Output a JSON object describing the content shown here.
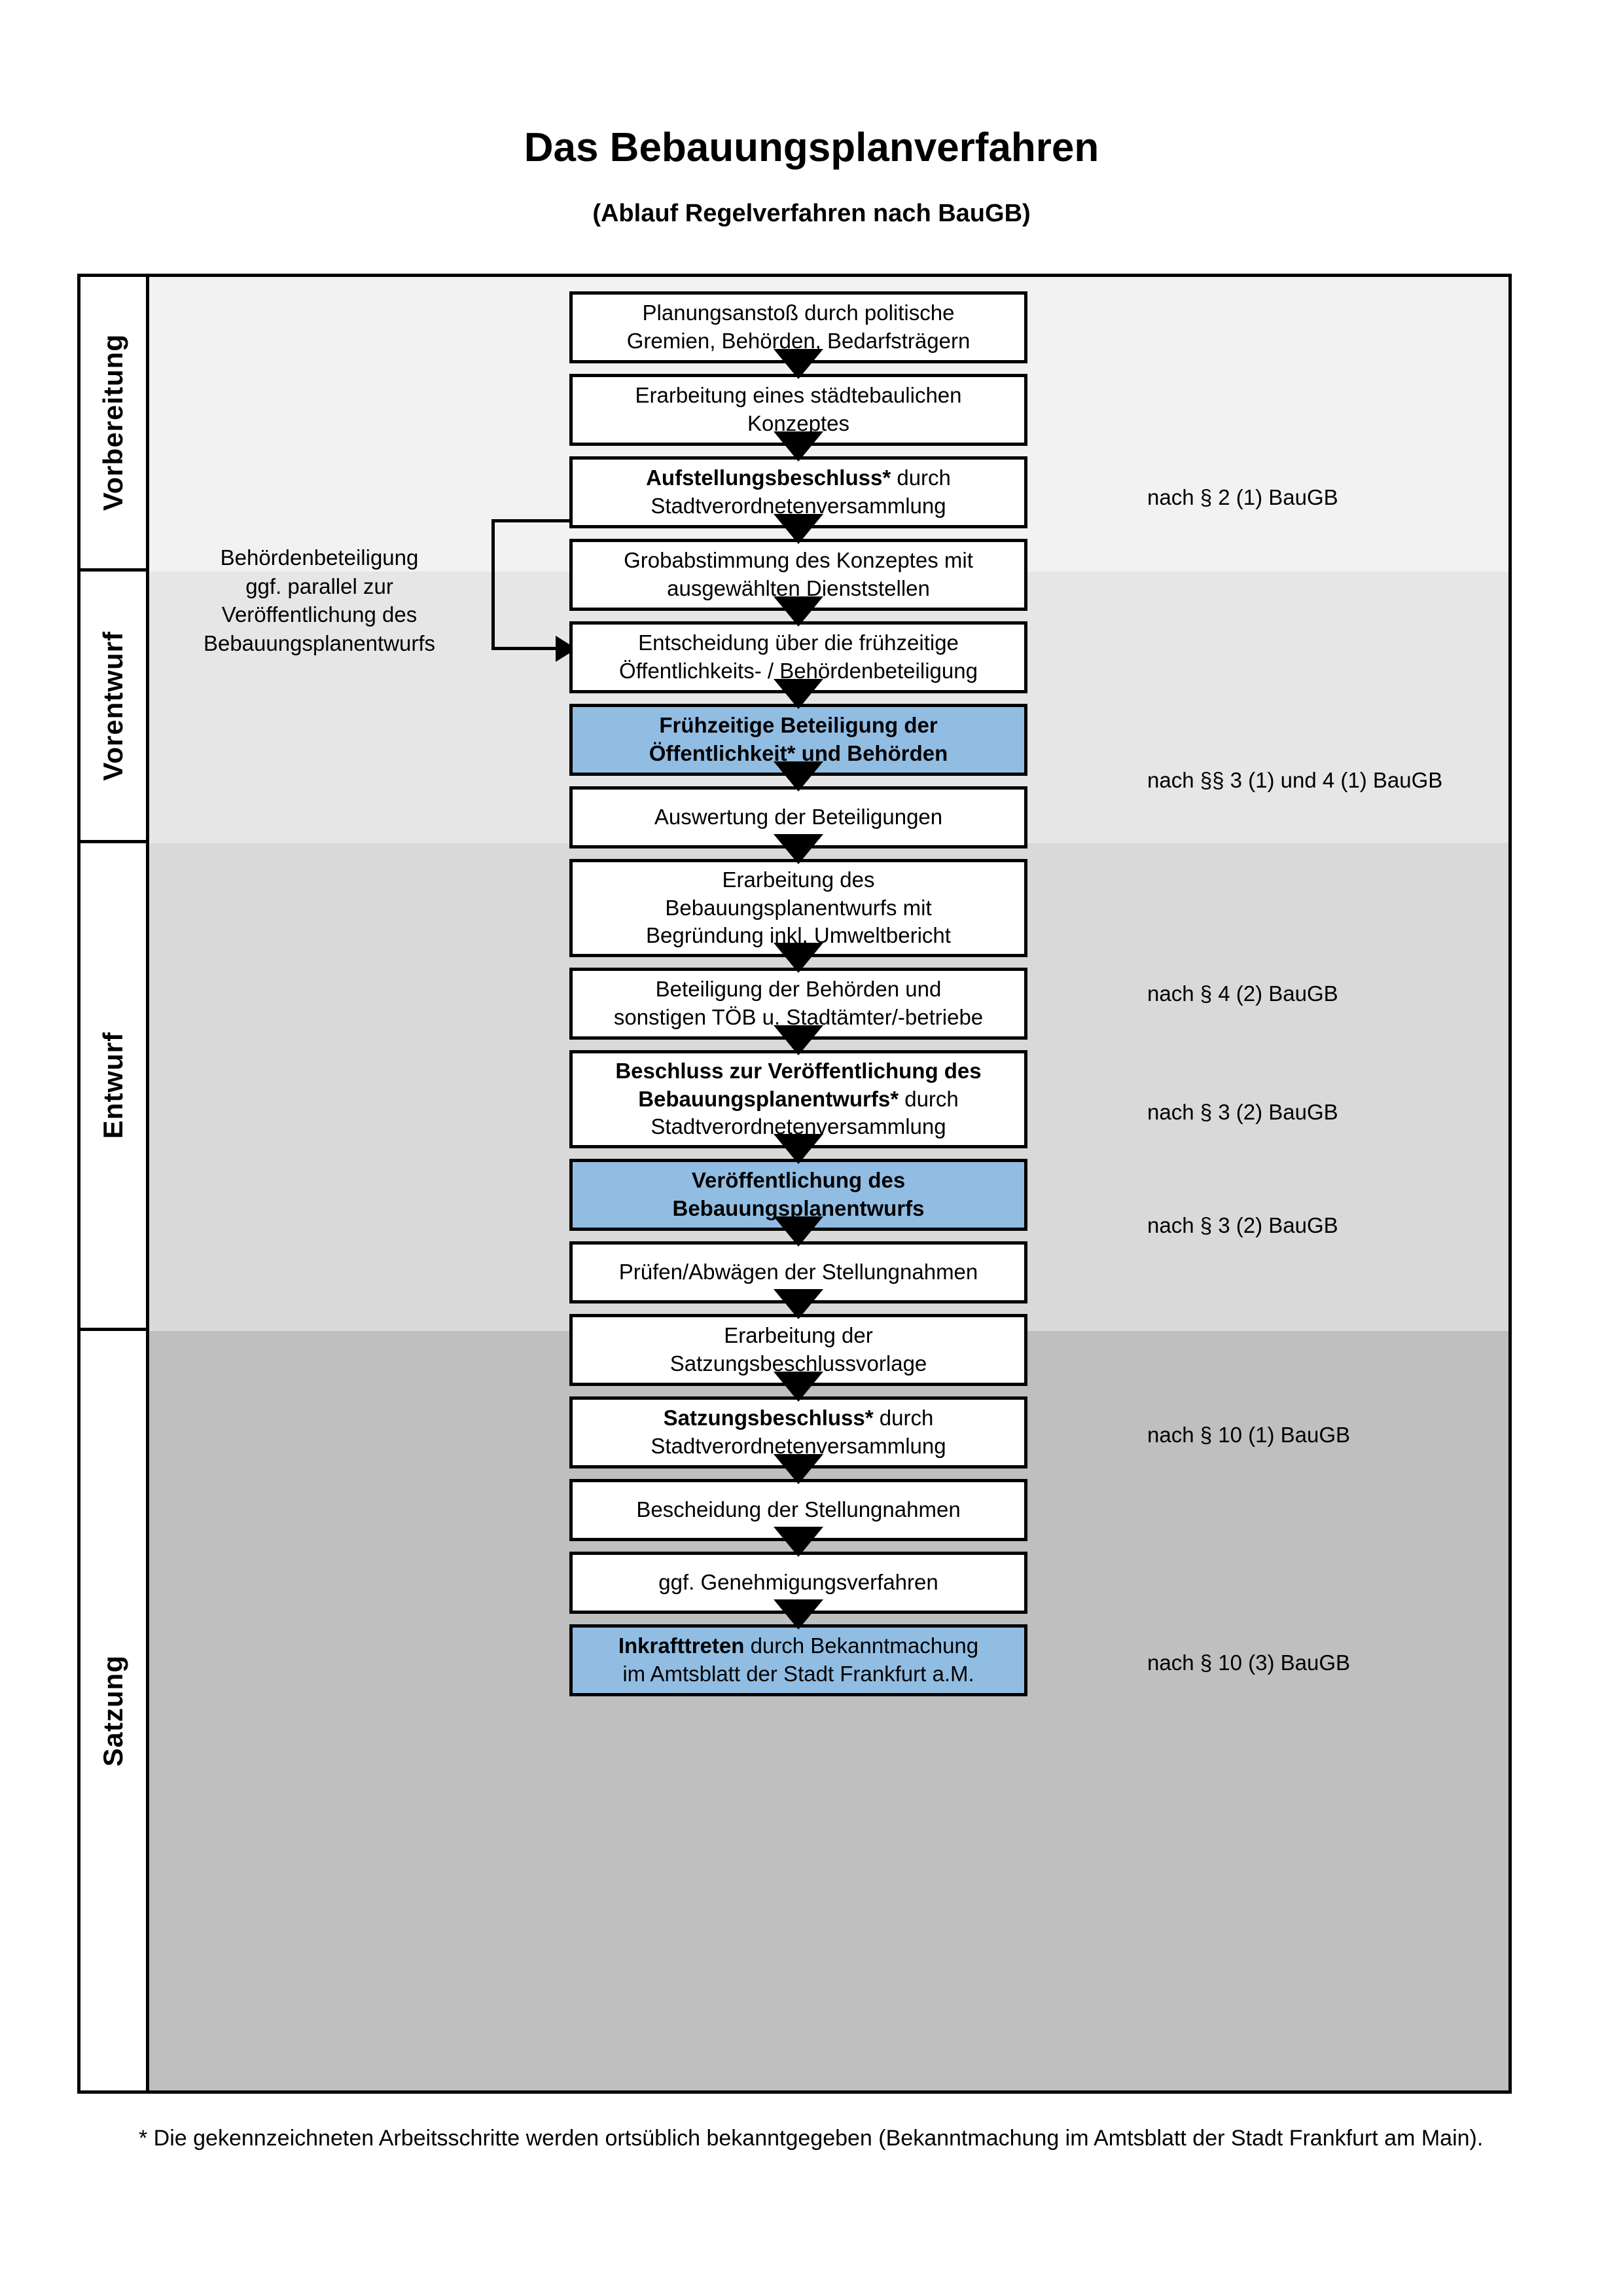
{
  "header": {
    "title": "Das Bebauungsplanverfahren",
    "subtitle": "(Ablauf Regelverfahren nach BauGB)"
  },
  "colors": {
    "highlight_blue": "#92BDE3",
    "band_vorbereitung": "#F2F2F2",
    "band_vorentwurf": "#E6E6E6",
    "band_entwurf": "#D9D9D9",
    "band_satzung": "#BFBFBF",
    "stroke": "#000000"
  },
  "phases": [
    {
      "label": "Vorbereitung",
      "background": "#F2F2F2"
    },
    {
      "label": "Vorentwurf",
      "background": "#E6E6E6"
    },
    {
      "label": "Entwurf",
      "background": "#D9D9D9"
    },
    {
      "label": "Satzung",
      "background": "#BFBFBF"
    }
  ],
  "steps": [
    {
      "id": "planungsanstoss",
      "phase": "Vorbereitung",
      "highlight": false,
      "lines": [
        {
          "text": "Planungsanstoß durch politische",
          "bold": false
        },
        {
          "text": "Gremien, Behörden, Bedarfsträgern",
          "bold": false
        }
      ]
    },
    {
      "id": "konzept",
      "phase": "Vorbereitung",
      "highlight": false,
      "lines": [
        {
          "text": "Erarbeitung eines städtebaulichen",
          "bold": false
        },
        {
          "text": "Konzeptes",
          "bold": false
        }
      ]
    },
    {
      "id": "aufstellungsbeschluss",
      "phase": "Vorbereitung",
      "highlight": false,
      "lines": [
        {
          "text": "Aufstellungsbeschluss*",
          "bold": true,
          "suffix": " durch"
        },
        {
          "text": "Stadtverordnetenversammlung",
          "bold": false
        }
      ]
    },
    {
      "id": "grobabstimmung",
      "phase": "Vorentwurf",
      "highlight": false,
      "lines": [
        {
          "text": "Grobabstimmung des Konzeptes mit",
          "bold": false
        },
        {
          "text": "ausgewählten Dienststellen",
          "bold": false
        }
      ]
    },
    {
      "id": "entscheidung-fruehzeitig",
      "phase": "Vorentwurf",
      "highlight": false,
      "lines": [
        {
          "text": "Entscheidung über die frühzeitige",
          "bold": false
        },
        {
          "text": "Öffentlichkeits- / Behördenbeteiligung",
          "bold": false
        }
      ]
    },
    {
      "id": "fruehzeitige-beteiligung",
      "phase": "Vorentwurf",
      "highlight": true,
      "lines": [
        {
          "text": "Frühzeitige Beteiligung der",
          "bold": true
        },
        {
          "text": "Öffentlichkeit* und Behörden",
          "bold": true
        }
      ]
    },
    {
      "id": "auswertung",
      "phase": "Entwurf",
      "highlight": false,
      "lines": [
        {
          "text": "Auswertung der Beteiligungen",
          "bold": false
        }
      ]
    },
    {
      "id": "erarbeitung-entwurf",
      "phase": "Entwurf",
      "highlight": false,
      "lines": [
        {
          "text": "Erarbeitung des",
          "bold": false
        },
        {
          "text": "Bebauungsplanentwurfs mit",
          "bold": false
        },
        {
          "text": "Begründung inkl. Umweltbericht",
          "bold": false
        }
      ]
    },
    {
      "id": "beteiligung-behoerden",
      "phase": "Entwurf",
      "highlight": false,
      "lines": [
        {
          "text": "Beteiligung der Behörden und",
          "bold": false
        },
        {
          "text": "sonstigen TÖB u. Stadtämter/-betriebe",
          "bold": false
        }
      ]
    },
    {
      "id": "beschluss-veroeffentlichung",
      "phase": "Entwurf",
      "highlight": false,
      "lines": [
        {
          "text": "Beschluss zur Veröffentlichung des",
          "bold": true
        },
        {
          "text": "Bebauungsplanentwurfs*",
          "bold": true,
          "suffix": " durch"
        },
        {
          "text": "Stadtverordnetenversammlung",
          "bold": false
        }
      ]
    },
    {
      "id": "veroeffentlichung",
      "phase": "Entwurf",
      "highlight": true,
      "lines": [
        {
          "text": "Veröffentlichung des",
          "bold": true
        },
        {
          "text": "Bebauungsplanentwurfs",
          "bold": true
        }
      ]
    },
    {
      "id": "pruefen-abwaegen",
      "phase": "Satzung",
      "highlight": false,
      "lines": [
        {
          "text": "Prüfen/Abwägen der Stellungnahmen",
          "bold": false
        }
      ]
    },
    {
      "id": "satzungsbeschlussvorlage",
      "phase": "Satzung",
      "highlight": false,
      "lines": [
        {
          "text": "Erarbeitung der",
          "bold": false
        },
        {
          "text": "Satzungsbeschlussvorlage",
          "bold": false
        }
      ]
    },
    {
      "id": "satzungsbeschluss",
      "phase": "Satzung",
      "highlight": false,
      "lines": [
        {
          "text": "Satzungsbeschluss*",
          "bold": true,
          "suffix": " durch"
        },
        {
          "text": "Stadtverordnetenversammlung",
          "bold": false
        }
      ]
    },
    {
      "id": "bescheidung",
      "phase": "Satzung",
      "highlight": false,
      "lines": [
        {
          "text": "Bescheidung der Stellungnahmen",
          "bold": false
        }
      ]
    },
    {
      "id": "genehmigungsverfahren",
      "phase": "Satzung",
      "highlight": false,
      "lines": [
        {
          "text": "ggf. Genehmigungsverfahren",
          "bold": false
        }
      ]
    },
    {
      "id": "inkrafttreten",
      "phase": "Satzung",
      "highlight": true,
      "lines": [
        {
          "text": "Inkrafttreten",
          "bold": true,
          "suffix": " durch Bekanntmachung"
        },
        {
          "text": "im Amtsblatt der Stadt Frankfurt a.M.",
          "bold": false
        }
      ]
    }
  ],
  "side_note": {
    "lines": [
      "Behördenbeteiligung",
      "ggf. parallel zur",
      "Veröffentlichung des",
      "Bebauungsplanentwurfs"
    ],
    "text": "Behördenbeteiligung ggf. parallel zur Veröffentlichung des Bebauungsplanentwurfs"
  },
  "legal_refs": [
    {
      "id": "ref-par2-1",
      "text": "nach § 2 (1) BauGB",
      "for_step": "aufstellungsbeschluss"
    },
    {
      "id": "ref-par3-4-1",
      "text": "nach §§ 3 (1) und 4 (1) BauGB",
      "for_step": "fruehzeitige-beteiligung"
    },
    {
      "id": "ref-par4-2",
      "text": "nach § 4 (2) BauGB",
      "for_step": "beteiligung-behoerden"
    },
    {
      "id": "ref-par3-2a",
      "text": "nach § 3 (2) BauGB",
      "for_step": "beschluss-veroeffentlichung"
    },
    {
      "id": "ref-par3-2b",
      "text": "nach § 3 (2) BauGB",
      "for_step": "veroeffentlichung"
    },
    {
      "id": "ref-par10-1",
      "text": "nach § 10 (1) BauGB",
      "for_step": "satzungsbeschluss"
    },
    {
      "id": "ref-par10-3",
      "text": "nach § 10 (3) BauGB",
      "for_step": "inkrafttreten"
    }
  ],
  "footnote": {
    "text": "* Die gekennzeichneten Arbeitsschritte werden ortsüblich bekanntgegeben (Bekanntmachung im Amtsblatt  der Stadt Frankfurt am Main)."
  }
}
